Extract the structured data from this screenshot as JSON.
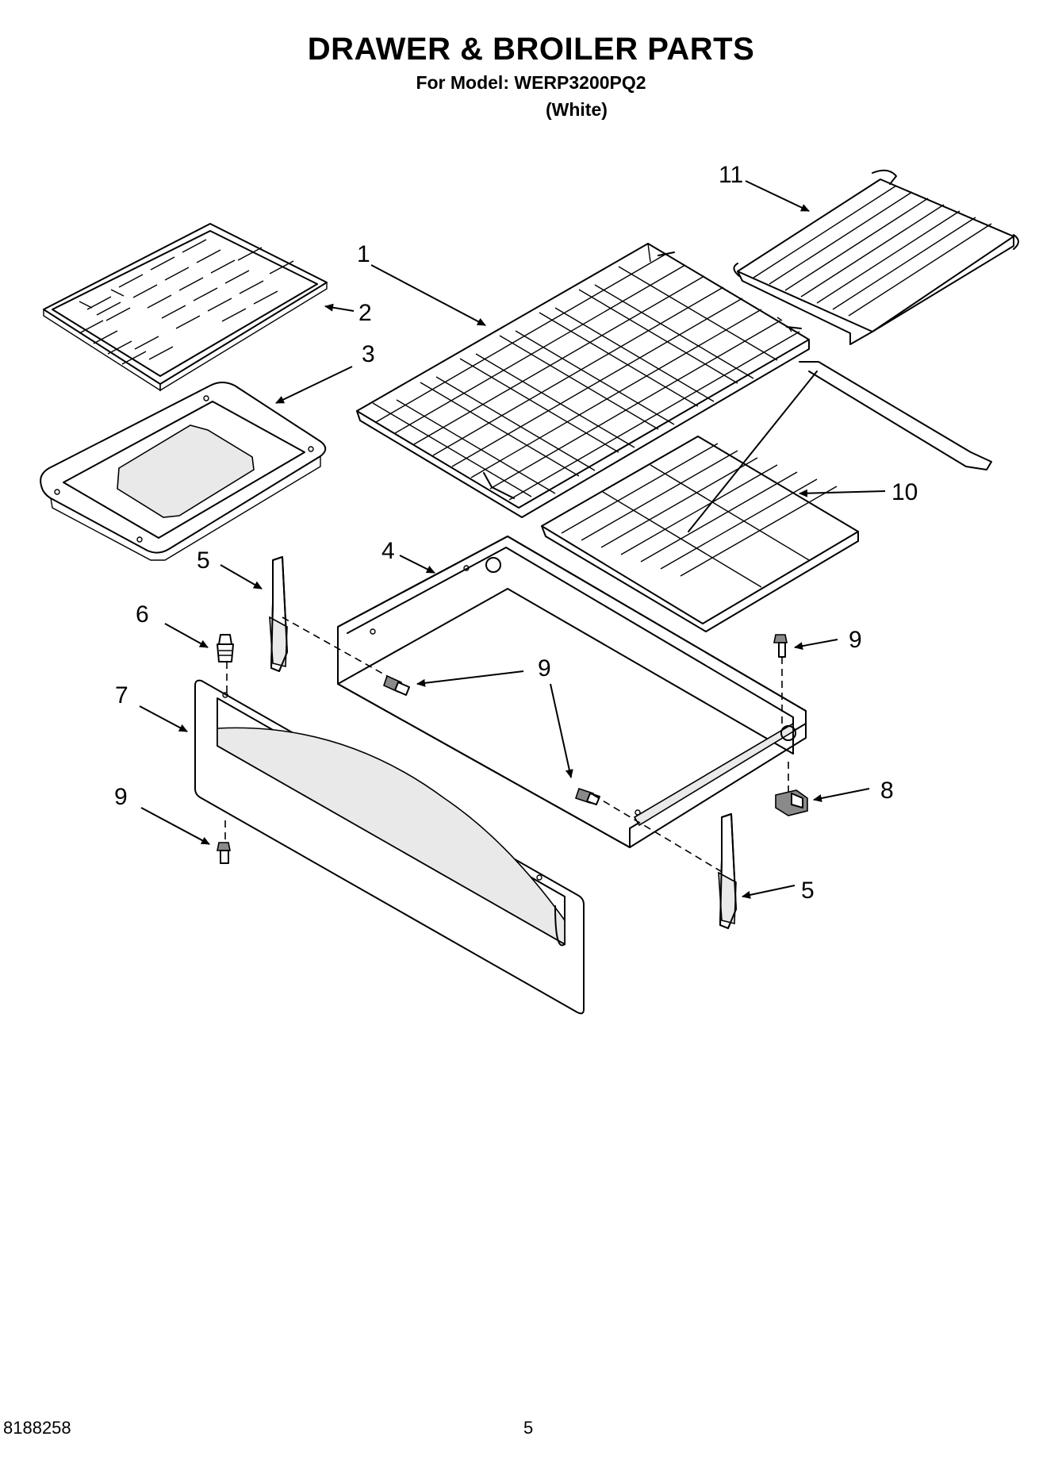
{
  "header": {
    "title": "DRAWER & BROILER PARTS",
    "model_line": "For Model: WERP3200PQ2",
    "variant": "(White)"
  },
  "footer": {
    "doc_number": "8188258",
    "page_number": "5"
  },
  "callouts": {
    "c1": "1",
    "c2": "2",
    "c3": "3",
    "c4": "4",
    "c5a": "5",
    "c5b": "5",
    "c6": "6",
    "c7": "7",
    "c8": "8",
    "c9a": "9",
    "c9b": "9",
    "c9c": "9",
    "c10": "10",
    "c11": "11"
  }
}
